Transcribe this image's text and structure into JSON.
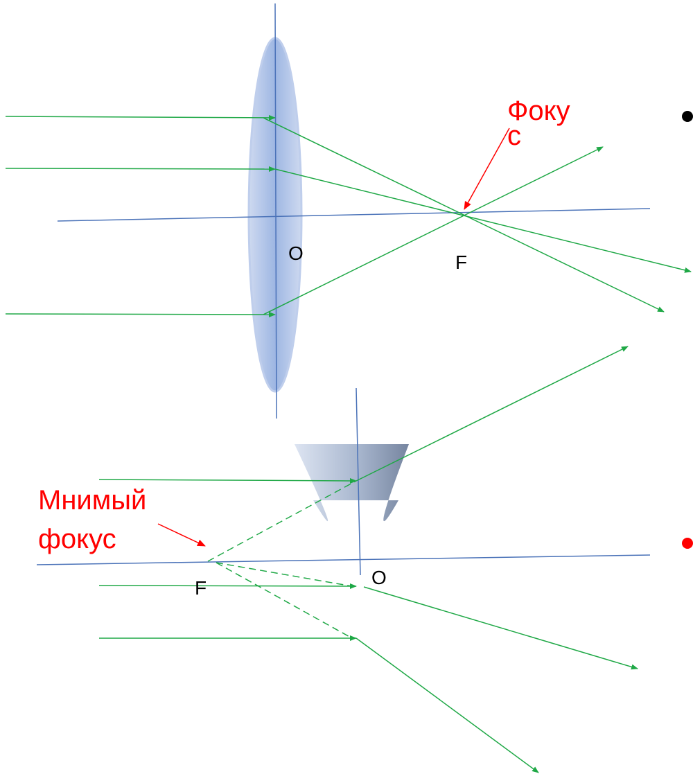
{
  "colors": {
    "axis": "#4a72b8",
    "ray": "#1fa846",
    "callout": "#ff0000",
    "text": "#000000",
    "converging_lens": "#8fa9dc",
    "diverging_lens": "#7f93b3"
  },
  "converging": {
    "center_label": "O",
    "focus_label": "F",
    "callout_line1": "Фоку",
    "callout_line2": "с"
  },
  "diverging": {
    "center_label": "O",
    "focus_label": "F",
    "callout_line1": "Мнимый",
    "callout_line2": "фокус"
  }
}
